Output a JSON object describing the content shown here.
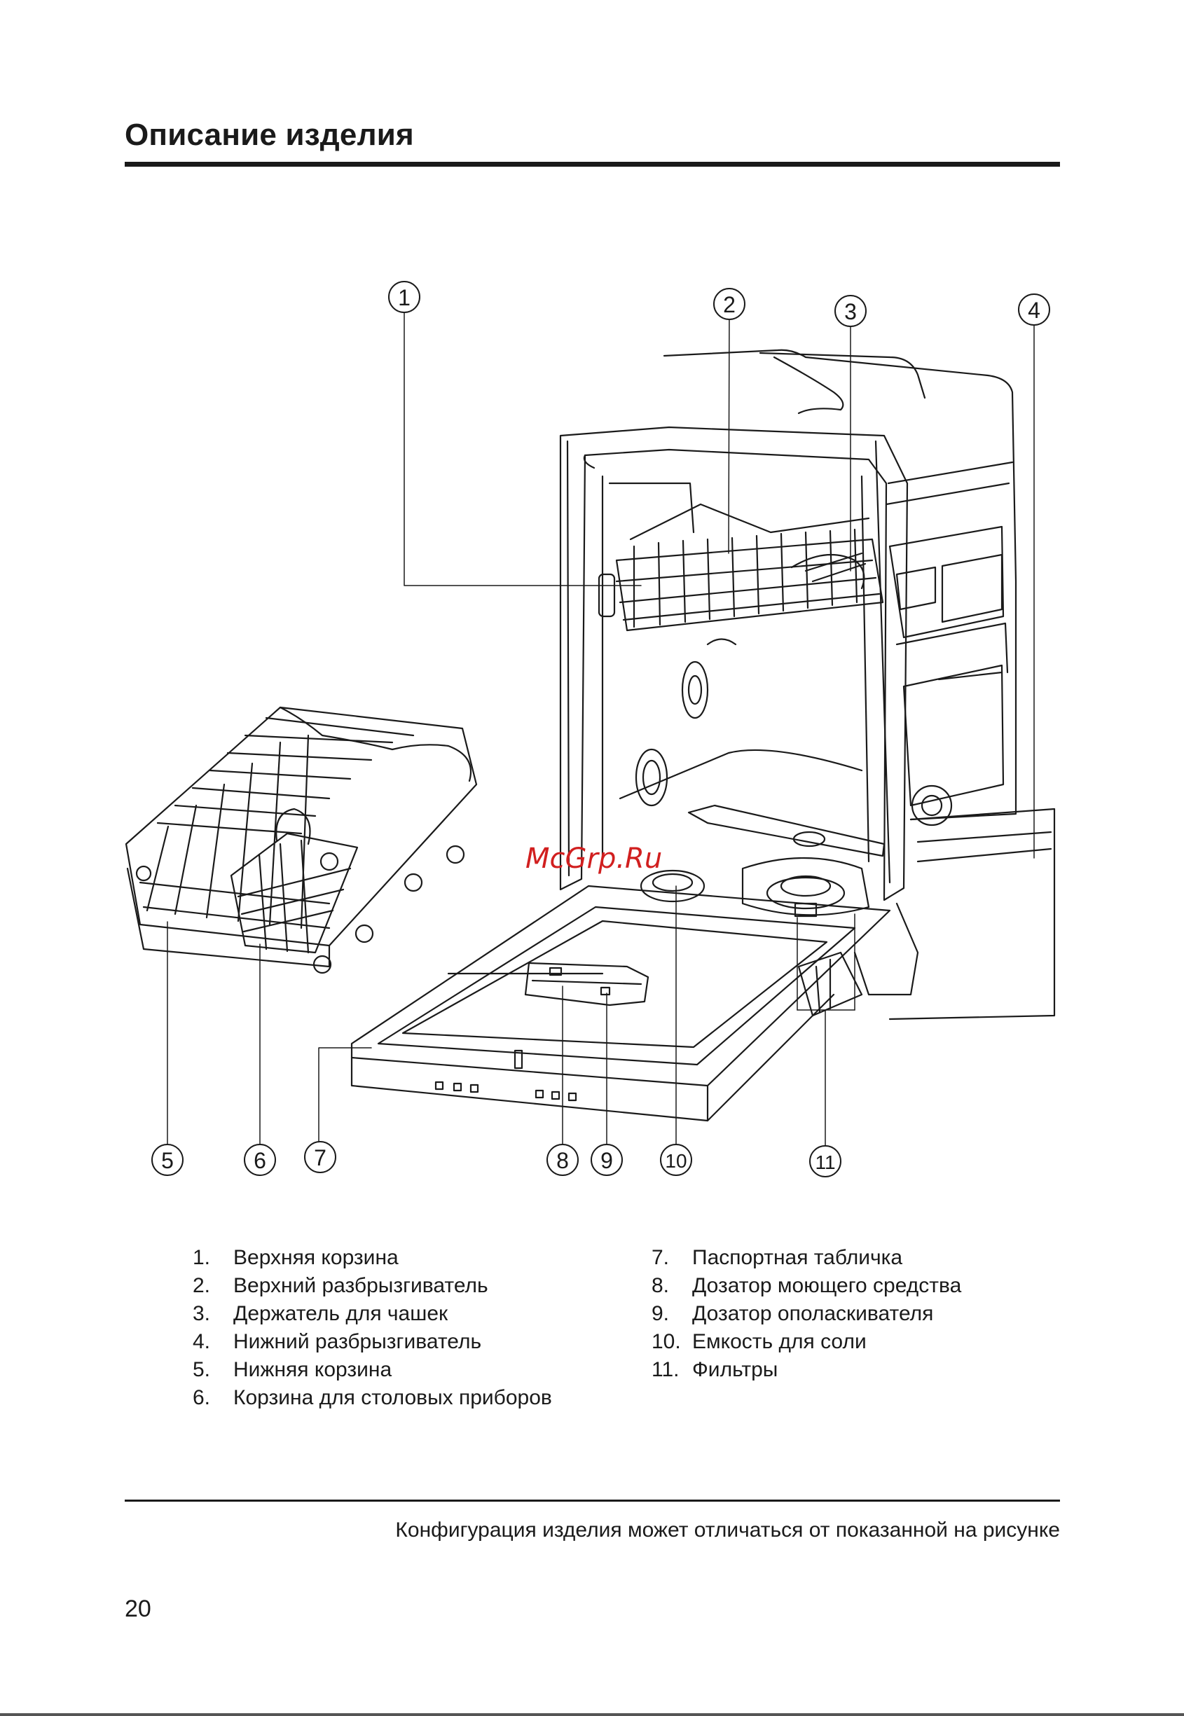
{
  "header": {
    "title": "Описание изделия"
  },
  "diagram": {
    "callouts": [
      "1",
      "2",
      "3",
      "4",
      "5",
      "6",
      "7",
      "8",
      "9",
      "10",
      "11"
    ]
  },
  "legend": {
    "left": [
      {
        "num": "1.",
        "label": "Верхняя корзина"
      },
      {
        "num": "2.",
        "label": "Верхний разбрызгиватель"
      },
      {
        "num": "3.",
        "label": "Держатель для чашек"
      },
      {
        "num": "4.",
        "label": "Нижний разбрызгиватель"
      },
      {
        "num": "5.",
        "label": "Нижняя корзина"
      },
      {
        "num": "6.",
        "label": "Корзина для столовых приборов"
      }
    ],
    "right": [
      {
        "num": "7.",
        "label": "Паспортная табличка"
      },
      {
        "num": "8.",
        "label": "Дозатор моющего средства"
      },
      {
        "num": "9.",
        "label": "Дозатор ополаскивателя"
      },
      {
        "num": "10.",
        "label": "Емкость для соли"
      },
      {
        "num": "11.",
        "label": "Фильтры"
      }
    ]
  },
  "footer": {
    "note": "Конфигурация изделия может отличаться от показанной на рисунке",
    "page_number": "20"
  },
  "watermark": {
    "text": "McGrp.Ru"
  },
  "colors": {
    "ink": "#1a1a1a",
    "watermark": "#d11f1f"
  }
}
